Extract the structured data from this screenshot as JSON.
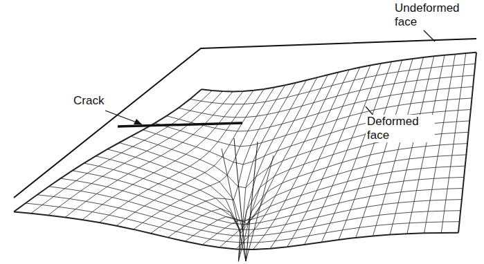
{
  "diagram": {
    "labels": [
      "Undeformed face",
      "Crack",
      "Deformed face"
    ]
  }
}
